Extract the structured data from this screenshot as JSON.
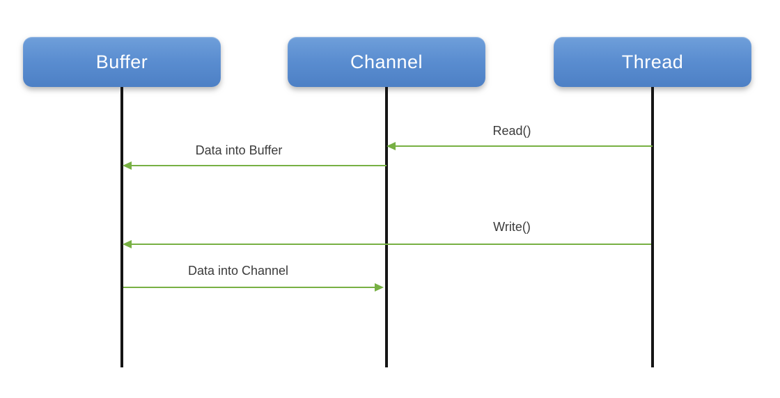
{
  "diagram": {
    "type": "sequence-diagram",
    "actors": [
      {
        "id": "buffer",
        "label": "Buffer"
      },
      {
        "id": "channel",
        "label": "Channel"
      },
      {
        "id": "thread",
        "label": "Thread"
      }
    ],
    "messages": [
      {
        "id": "read",
        "label": "Read()",
        "from": "thread",
        "to": "channel",
        "direction": "left"
      },
      {
        "id": "data-into-buffer",
        "label": "Data into Buffer",
        "from": "channel",
        "to": "buffer",
        "direction": "left"
      },
      {
        "id": "write",
        "label": "Write()",
        "from": "thread",
        "to": "buffer",
        "direction": "left"
      },
      {
        "id": "data-into-channel",
        "label": "Data into Channel",
        "from": "buffer",
        "to": "channel",
        "direction": "right"
      }
    ],
    "colors": {
      "background": "#ffffff",
      "actor_fill": "#5a8dd0",
      "actor_text": "#ffffff",
      "lifeline": "#151515",
      "arrow": "#77b043",
      "label_text": "#3b3b3b"
    }
  }
}
